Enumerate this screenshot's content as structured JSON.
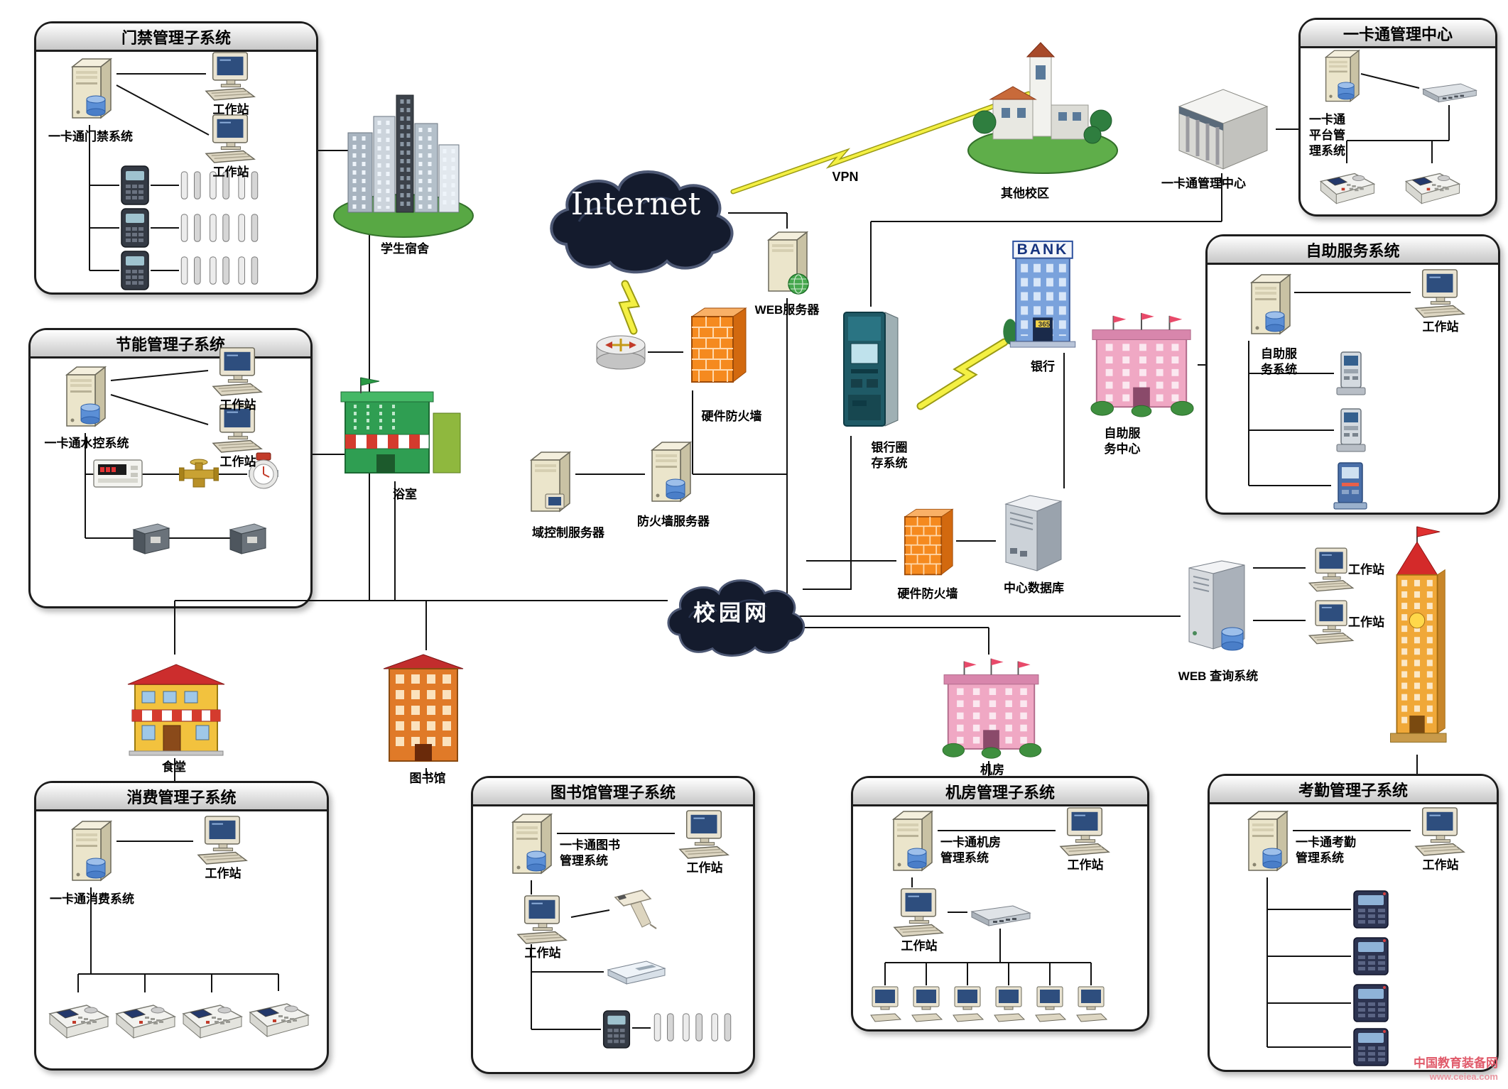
{
  "panels": {
    "access": {
      "title": "门禁管理子系统",
      "server": "一卡通门禁系统",
      "ws1": "工作站",
      "ws2": "工作站"
    },
    "energy": {
      "title": "节能管理子系统",
      "server": "一卡通水控系统",
      "ws1": "工作站",
      "ws2": "工作站"
    },
    "consume": {
      "title": "消费管理子系统",
      "server": "一卡通消费系统",
      "ws1": "工作站"
    },
    "libmgmt": {
      "title": "图书馆管理子系统",
      "server": "一卡通图书\n管理系统",
      "ws1": "工作站",
      "ws2": "工作站"
    },
    "roommgmt": {
      "title": "机房管理子系统",
      "server": "一卡通机房\n管理系统",
      "ws1": "工作站",
      "ws2": "工作站"
    },
    "attendance": {
      "title": "考勤管理子系统",
      "server": "一卡通考勤\n管理系统",
      "ws1": "工作站"
    },
    "cardcenter": {
      "title": "一卡通管理中心",
      "server": "一卡通\n平台管\n理系统"
    },
    "selfservice": {
      "title": "自助服务系统",
      "server": "自助服\n务系统",
      "ws1": "工作站"
    }
  },
  "network": {
    "internet": "Internet",
    "campus_net": "校园网",
    "vpn": "VPN",
    "web_server": "WEB服务器",
    "hw_firewall_1": "硬件防火墙",
    "hw_firewall_2": "硬件防火墙",
    "domain_server": "域控制服务器",
    "firewall_server": "防火墙服务器",
    "central_db": "中心数据库",
    "web_query": "WEB 查询系统",
    "query_ws1": "工作站",
    "query_ws2": "工作站",
    "bank_atm": "银行圈\n存系统",
    "bank_label": "银行",
    "bank_sign": "BANK",
    "bank_door": "365",
    "self_center": "自助服\n务中心",
    "other_campus": "其他校区",
    "card_center_building": "一卡通管理中心"
  },
  "buildings": {
    "dorm": "学生宿舍",
    "bath": "浴室",
    "canteen": "食堂",
    "library": "图书馆",
    "machine_room": "机房"
  },
  "watermark": {
    "line1": "中国教育装备网",
    "line2": "www.ceiea.com"
  }
}
